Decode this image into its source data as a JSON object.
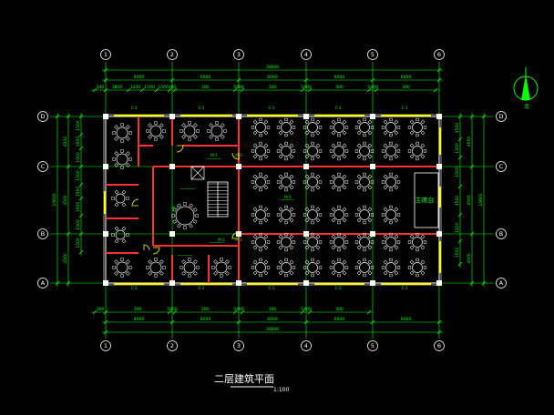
{
  "drawing": {
    "title": "二层建筑平面",
    "scale": "1:100",
    "colors": {
      "background": "#000000",
      "dimension": "#00ff00",
      "wall": "#ffffff",
      "wall_hatch": "#ff3030",
      "furniture": "#ffffff",
      "window": "#ffff00",
      "axis_bubble": "#ffffff",
      "room_label": "#00ff00"
    }
  },
  "axes": {
    "columns": [
      "1",
      "2",
      "3",
      "4",
      "5",
      "6"
    ],
    "rows": [
      "D",
      "C",
      "B",
      "A"
    ]
  },
  "dimensions": {
    "top_overall": "30000",
    "top_bays": [
      "6000",
      "6000",
      "6000",
      "6000",
      "6000"
    ],
    "top_details": [
      "540",
      "1800",
      "1200",
      "1500",
      "1500",
      "300",
      "300",
      "5400",
      "300",
      "5400",
      "300",
      "5400",
      "300"
    ],
    "bottom_overall": "30000",
    "bottom_bays": [
      "6000",
      "6000",
      "6000",
      "6000",
      "6000"
    ],
    "bottom_details": [
      "300",
      "300",
      "5400",
      "300",
      "5400",
      "300",
      "5400",
      "300"
    ],
    "left_overall": "15600",
    "left_bays": [
      "4500",
      "4500",
      "4500"
    ],
    "left_details": [
      "1500",
      "1500",
      "1500",
      "1500",
      "1500",
      "1500",
      "1500",
      "1500"
    ],
    "right_overall": "15600",
    "right_bays": [
      "4500",
      "4500",
      "4500"
    ],
    "right_details": [
      "1500",
      "1200",
      "1500",
      "1500",
      "1200",
      "1500"
    ]
  },
  "labels": {
    "window_tag": "C-1",
    "door_tag": "M-1",
    "stage_label": "主席台",
    "north_label": "北"
  }
}
